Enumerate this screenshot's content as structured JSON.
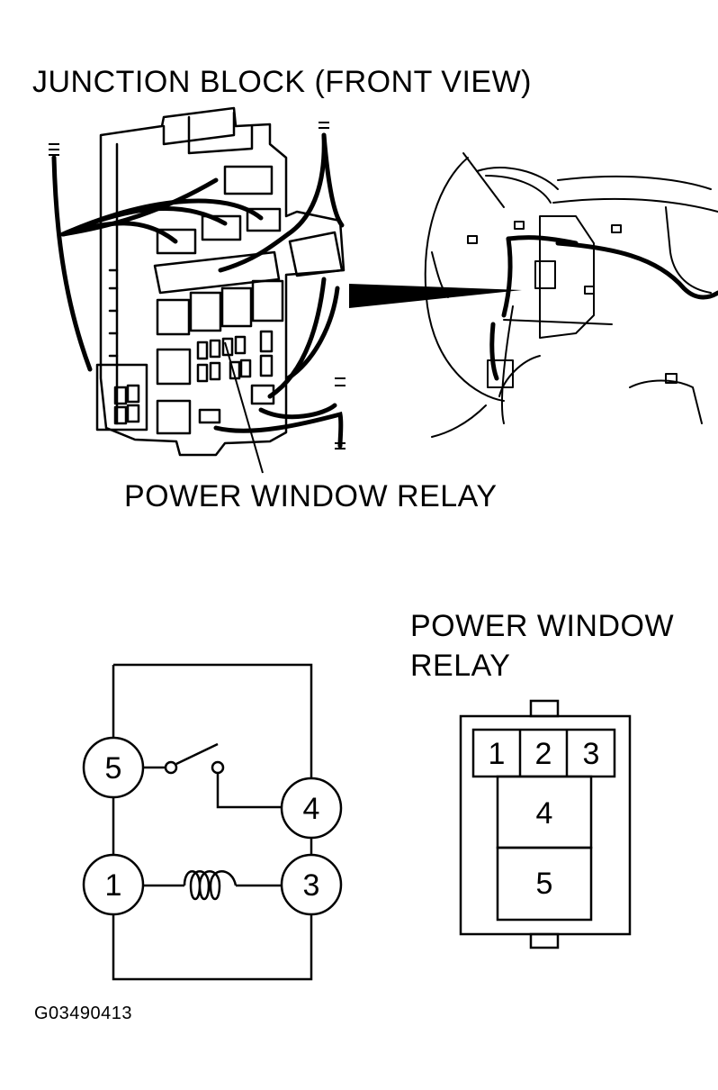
{
  "title": "JUNCTION BLOCK (FRONT VIEW)",
  "callout": "POWER WINDOW RELAY",
  "relay_title_line1": "POWER WINDOW",
  "relay_title_line2": "RELAY",
  "figure_code": "G03490413",
  "schematic_terminals": {
    "t5": "5",
    "t4": "4",
    "t1": "1",
    "t3": "3"
  },
  "connector_pins": {
    "p1": "1",
    "p2": "2",
    "p3": "3",
    "p4": "4",
    "p5": "5"
  }
}
